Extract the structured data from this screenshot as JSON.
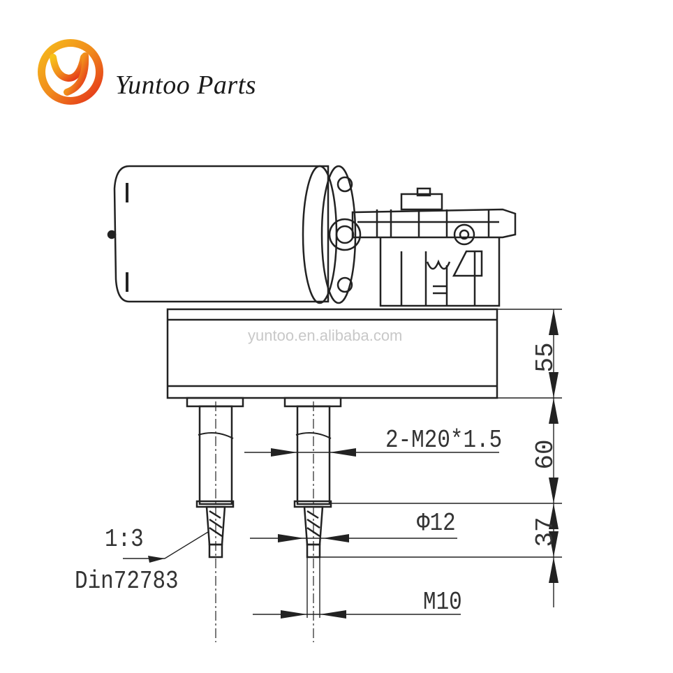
{
  "brand": {
    "name": "Yuntoo Parts",
    "logo_letter": "Y",
    "colors": {
      "orange": "#f08a1c",
      "red": "#e2231a",
      "yellow": "#f7c21b"
    }
  },
  "watermark": "yuntoo.en.alibaba.com",
  "dimensions": {
    "base_height": "55",
    "shaft_length": "60",
    "tip_length": "37",
    "thread": "2-M20*1.5",
    "shaft_diameter": "Φ12",
    "tip_thread": "M10",
    "taper": "1:3",
    "standard": "Din72783"
  },
  "line_color": "#222222"
}
